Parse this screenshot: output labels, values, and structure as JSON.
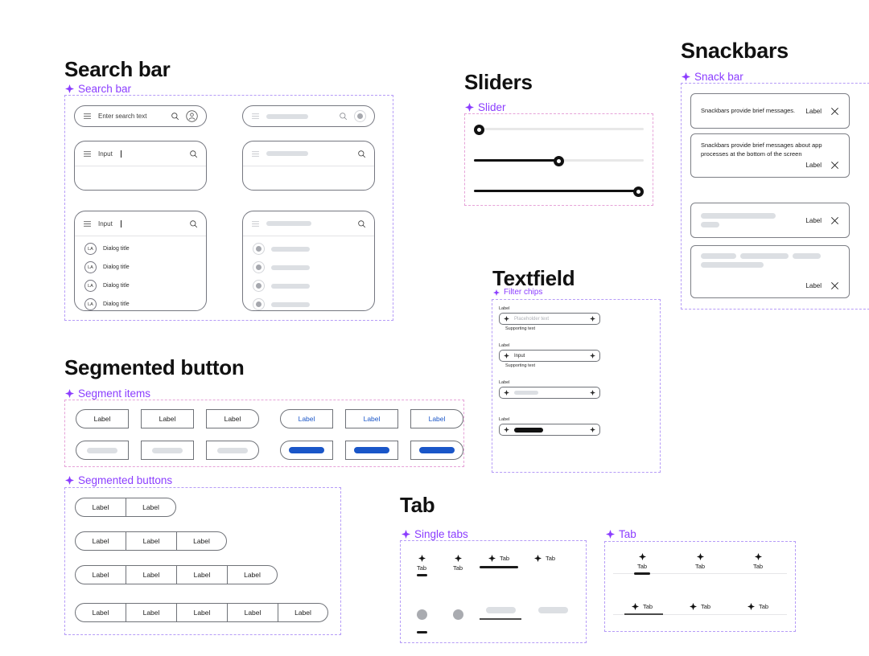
{
  "theme": {
    "accent_purple": "#8b3dff",
    "accent_blue": "#1a56c8",
    "text": "#1b1b1b",
    "placeholder_gray": "#aeb0b6",
    "skeleton_gray": "#dcdfe3",
    "frame_purple": "#b69cf7",
    "frame_pink": "#e6a3d8"
  },
  "sections": {
    "search_bar": {
      "title": "Search bar",
      "group_label": "Search bar",
      "bars": [
        {
          "value": "Enter search text",
          "leading_icon": "menu-icon",
          "trailing_icons": [
            "search-icon",
            "account-circle-icon"
          ]
        },
        {
          "value": "",
          "leading_icon": "menu-icon",
          "trailing_icons": [
            "search-icon",
            "avatar-placeholder-icon"
          ]
        }
      ],
      "expanded": [
        {
          "value": "Input",
          "leading_icon": "menu-icon",
          "trailing_icons": [
            "search-icon"
          ]
        },
        {
          "value": "",
          "leading_icon": "menu-icon",
          "trailing_icons": [
            "search-icon"
          ]
        }
      ],
      "list_view": {
        "value": "Input",
        "avatar_initials": "LA",
        "rows": [
          "Dialog title",
          "Dialog title",
          "Dialog title",
          "Dialog title"
        ]
      },
      "list_view_skeleton": {
        "value": "",
        "rows": [
          "",
          "",
          "",
          ""
        ]
      }
    },
    "segmented_button": {
      "title": "Segmented button",
      "groups": [
        {
          "label": "Segment items"
        },
        {
          "label": "Segmented buttons"
        }
      ],
      "segment_items": {
        "row_text": [
          {
            "label": "Label",
            "shape": "left",
            "color": "dark"
          },
          {
            "label": "Label",
            "shape": "none",
            "color": "dark"
          },
          {
            "label": "Label",
            "shape": "right",
            "color": "dark"
          },
          {
            "label": "Label",
            "shape": "left",
            "color": "blue"
          },
          {
            "label": "Label",
            "shape": "none",
            "color": "blue"
          },
          {
            "label": "Label",
            "shape": "right",
            "color": "blue"
          }
        ],
        "row_skeleton": [
          {
            "shape": "left",
            "fill": "gray"
          },
          {
            "shape": "none",
            "fill": "gray"
          },
          {
            "shape": "right",
            "fill": "gray"
          },
          {
            "shape": "left",
            "fill": "blue"
          },
          {
            "shape": "none",
            "fill": "blue"
          },
          {
            "shape": "right",
            "fill": "blue"
          }
        ]
      },
      "segmented_buttons": [
        [
          "Label",
          "Label"
        ],
        [
          "Label",
          "Label",
          "Label"
        ],
        [
          "Label",
          "Label",
          "Label",
          "Label"
        ],
        [
          "Label",
          "Label",
          "Label",
          "Label",
          "Label"
        ]
      ]
    },
    "sliders": {
      "title": "Sliders",
      "group_label": "Slider",
      "items": [
        {
          "value_pct": 0,
          "track_style": "empty"
        },
        {
          "value_pct": 50,
          "track_style": "half"
        },
        {
          "value_pct": 100,
          "track_style": "full"
        }
      ]
    },
    "textfield": {
      "title": "Textfield",
      "group_label": "Filter chips",
      "fields": [
        {
          "label": "Label",
          "value": "Placeholder text",
          "state": "placeholder",
          "supporting": "Supporting text",
          "leading_icon": "diamond-icon",
          "trailing_icon": "diamond-icon"
        },
        {
          "label": "Label",
          "value": "Input",
          "state": "filled",
          "supporting": "Supporting text",
          "leading_icon": "diamond-icon",
          "trailing_icon": "diamond-icon"
        },
        {
          "label": "Label",
          "value": "",
          "state": "skeleton-gray",
          "supporting": "",
          "leading_icon": "diamond-icon",
          "trailing_icon": "diamond-icon"
        },
        {
          "label": "Label",
          "value": "",
          "state": "skeleton-dark",
          "supporting": "",
          "leading_icon": "diamond-icon",
          "trailing_icon": "diamond-icon"
        }
      ]
    },
    "snackbars": {
      "title": "Snackbars",
      "group_label": "Snack bar",
      "items": [
        {
          "message": "Snackbars provide brief messages.",
          "action_label": "Label",
          "close_icon": "close-icon",
          "layout": "inline",
          "skeleton": false
        },
        {
          "message": "Snackbars provide brief messages about app processes at the bottom of the screen",
          "action_label": "Label",
          "close_icon": "close-icon",
          "layout": "stacked",
          "skeleton": false
        },
        {
          "message": "",
          "action_label": "Label",
          "close_icon": "close-icon",
          "layout": "inline",
          "skeleton": true
        },
        {
          "message": "",
          "action_label": "Label",
          "close_icon": "close-icon",
          "layout": "stacked",
          "skeleton": true
        }
      ]
    },
    "tab": {
      "title": "Tab",
      "single_tabs": {
        "group_label": "Single tabs",
        "row_text": [
          {
            "label": "Tab",
            "icon": "diamond-icon",
            "orientation": "vertical",
            "selected": true
          },
          {
            "label": "Tab",
            "icon": "diamond-icon",
            "orientation": "vertical",
            "selected": false
          },
          {
            "label": "Tab",
            "icon": "diamond-icon",
            "orientation": "horizontal",
            "selected": true
          },
          {
            "label": "Tab",
            "icon": "diamond-icon",
            "orientation": "horizontal",
            "selected": false
          }
        ],
        "row_skeleton": [
          {
            "orientation": "vertical",
            "selected": true
          },
          {
            "orientation": "vertical",
            "selected": false
          },
          {
            "orientation": "horizontal",
            "selected": true
          },
          {
            "orientation": "horizontal",
            "selected": false
          }
        ]
      },
      "tab_group": {
        "group_label": "Tab",
        "row_vertical": [
          {
            "label": "Tab",
            "icon": "diamond-icon",
            "selected": true
          },
          {
            "label": "Tab",
            "icon": "diamond-icon",
            "selected": false
          },
          {
            "label": "Tab",
            "icon": "diamond-icon",
            "selected": false
          }
        ],
        "row_horizontal": [
          {
            "label": "Tab",
            "icon": "diamond-icon",
            "selected": true
          },
          {
            "label": "Tab",
            "icon": "diamond-icon",
            "selected": false
          },
          {
            "label": "Tab",
            "icon": "diamond-icon",
            "selected": false
          }
        ]
      }
    }
  }
}
